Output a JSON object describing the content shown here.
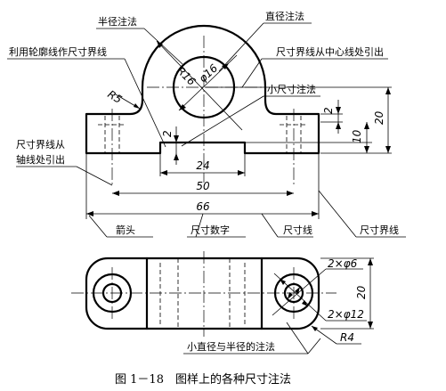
{
  "caption": "图 1－18　图样上的各种尺寸注法",
  "callouts": {
    "radius_method": "半径注法",
    "diameter_method": "直径注法",
    "contour_as_ext": "利用轮廓线作尺寸界线",
    "ext_from_centerline": "尺寸界线从中心线处引出",
    "small_dim_method": "小尺寸注法",
    "ext_from_axis_1": "尺寸界线从",
    "ext_from_axis_2": "轴线处引出",
    "arrow": "箭头",
    "dim_number": "尺寸数字",
    "dim_line": "尺寸线",
    "ext_line": "尺寸界线",
    "small_dia_radius": "小直径与半径的注法"
  },
  "dimensions": {
    "r16": "R16",
    "phi16": "φ16",
    "r5": "R5",
    "d2_top": "2",
    "d2_bottom": "2",
    "d10": "10",
    "d20_front": "20",
    "d24": "24",
    "d50": "50",
    "d66": "66",
    "holes": "2×φ6",
    "d20_top": "20",
    "phi12": "2×φ12",
    "r4": "R4"
  }
}
